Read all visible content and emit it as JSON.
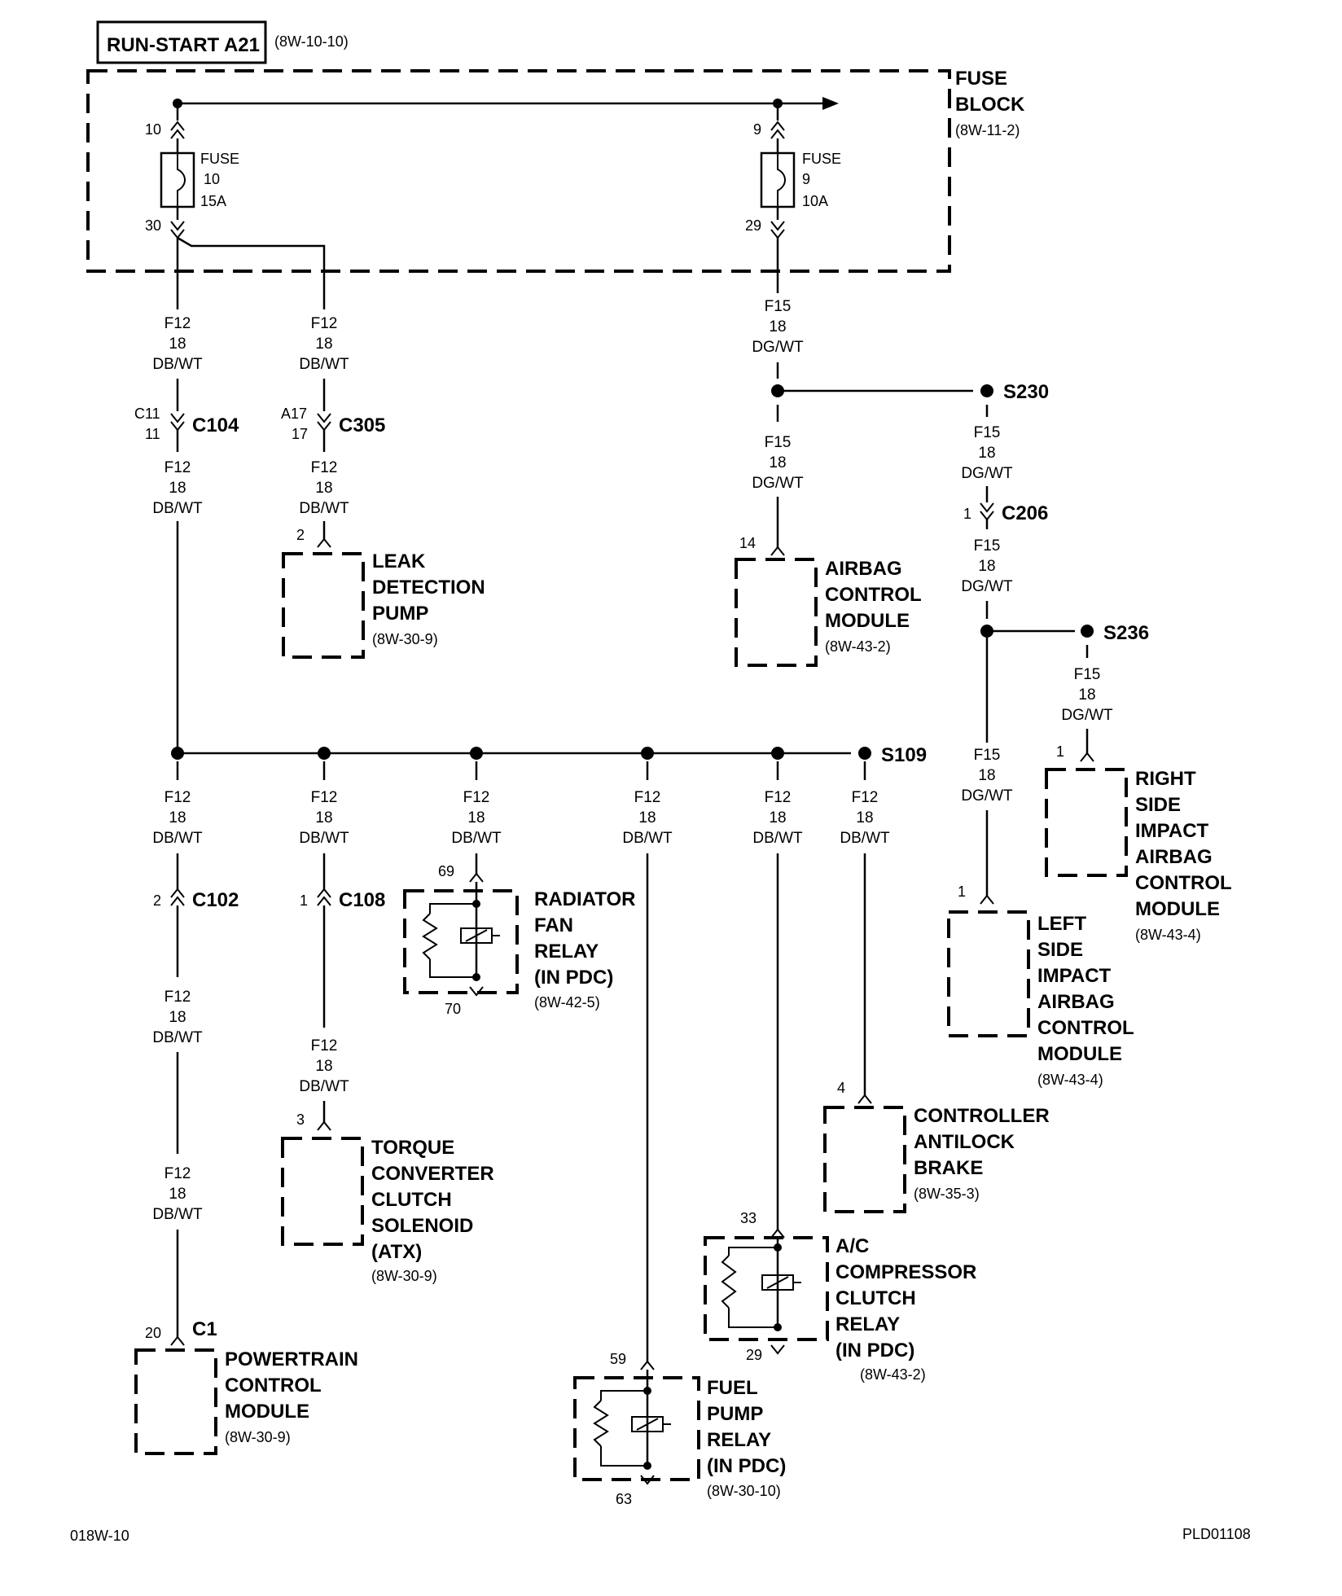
{
  "title": "RUN-START A21",
  "title_ref": "(8W-10-10)",
  "fuse_block": {
    "label_1": "FUSE",
    "label_2": "BLOCK",
    "ref": "(8W-11-2)"
  },
  "fuses": [
    {
      "l1": "FUSE",
      "l2": "10",
      "l3": "15A",
      "pin_in": "10",
      "pin_out": "30"
    },
    {
      "l1": "FUSE",
      "l2": "9",
      "l3": "10A",
      "pin_in": "9",
      "pin_out": "29"
    }
  ],
  "wire_f12": {
    "circuit": "F12",
    "gauge": "18",
    "color": "DB/WT"
  },
  "wire_f15": {
    "circuit": "F15",
    "gauge": "18",
    "color": "DG/WT"
  },
  "connectors": {
    "c104": {
      "name": "C104",
      "pin_a": "C11",
      "pin_b": "11"
    },
    "c305": {
      "name": "C305",
      "pin_a": "A17",
      "pin_b": "17"
    },
    "c206": {
      "name": "C206",
      "pin": "1"
    },
    "c102": {
      "name": "C102",
      "pin": "2"
    },
    "c108": {
      "name": "C108",
      "pin": "1"
    },
    "c1": {
      "name": "C1",
      "pin": "20"
    }
  },
  "splices": {
    "s230": "S230",
    "s236": "S236",
    "s109": "S109"
  },
  "components": {
    "leak_detection_pump": {
      "lines": [
        "LEAK",
        "DETECTION",
        "PUMP"
      ],
      "ref": "(8W-30-9)",
      "pin": "2"
    },
    "airbag_control_module": {
      "lines": [
        "AIRBAG",
        "CONTROL",
        "MODULE"
      ],
      "ref": "(8W-43-2)",
      "pin": "14"
    },
    "right_side_impact": {
      "lines": [
        "RIGHT",
        "SIDE",
        "IMPACT",
        "AIRBAG",
        "CONTROL",
        "MODULE"
      ],
      "ref": "(8W-43-4)",
      "pin": "1"
    },
    "left_side_impact": {
      "lines": [
        "LEFT",
        "SIDE",
        "IMPACT",
        "AIRBAG",
        "CONTROL",
        "MODULE"
      ],
      "ref": "(8W-43-4)",
      "pin": "1"
    },
    "radiator_fan_relay": {
      "lines": [
        "RADIATOR",
        "FAN",
        "RELAY",
        "(IN PDC)"
      ],
      "ref": "(8W-42-5)",
      "pin_in": "69",
      "pin_out": "70"
    },
    "controller_antilock_brake": {
      "lines": [
        "CONTROLLER",
        "ANTILOCK",
        "BRAKE"
      ],
      "ref": "(8W-35-3)",
      "pin": "4"
    },
    "torque_converter": {
      "lines": [
        "TORQUE",
        "CONVERTER",
        "CLUTCH",
        "SOLENOID",
        "(ATX)"
      ],
      "ref": "(8W-30-9)",
      "pin": "3"
    },
    "ac_compressor_relay": {
      "lines": [
        "A/C",
        "COMPRESSOR",
        "CLUTCH",
        "RELAY",
        "(IN PDC)"
      ],
      "ref": "(8W-43-2)",
      "pin_in": "33",
      "pin_out": "29"
    },
    "powertrain_control_module": {
      "lines": [
        "POWERTRAIN",
        "CONTROL",
        "MODULE"
      ],
      "ref": "(8W-30-9)"
    },
    "fuel_pump_relay": {
      "lines": [
        "FUEL",
        "PUMP",
        "RELAY",
        "(IN PDC)"
      ],
      "ref": "(8W-30-10)",
      "pin_in": "59",
      "pin_out": "63"
    }
  },
  "footer": {
    "left": "018W-10",
    "right": "PLD01108"
  }
}
